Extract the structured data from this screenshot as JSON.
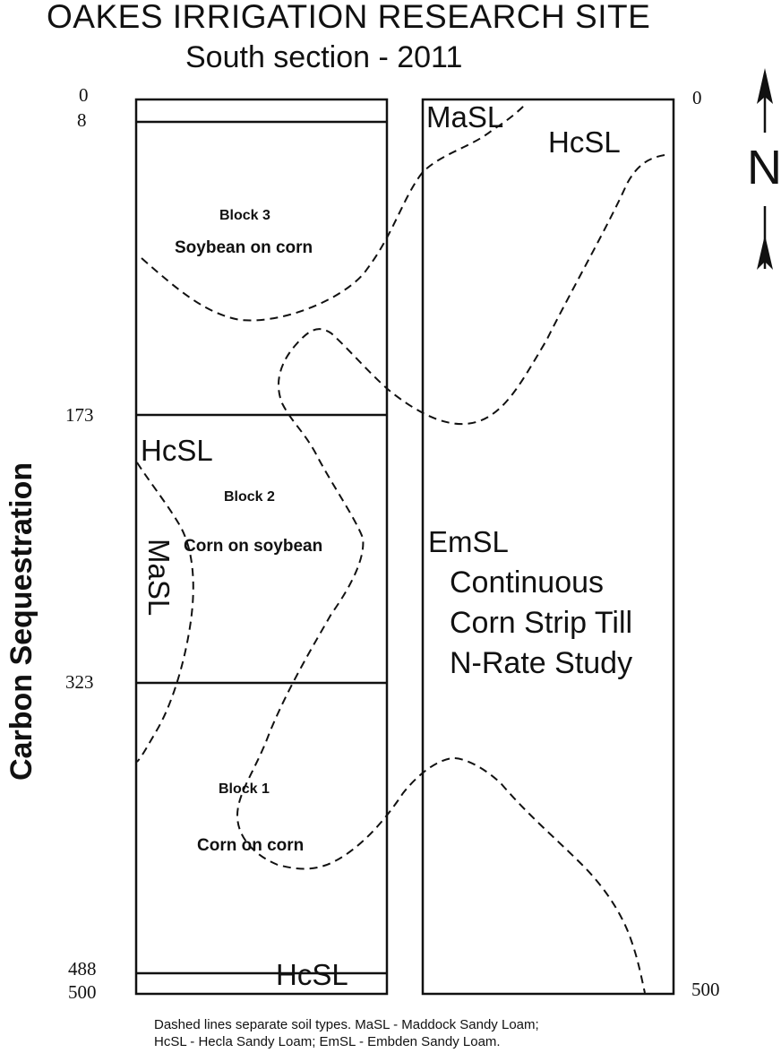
{
  "title": "OAKES IRRIGATION RESEARCH SITE",
  "subtitle": "South section - 2011",
  "side_label": "Carbon Sequestration",
  "left_ticks": [
    "0",
    "8",
    "173",
    "323",
    "488",
    "500"
  ],
  "right_ticks": [
    "0",
    "500"
  ],
  "north_label": "N",
  "blocks": [
    {
      "name": "Block 3",
      "crop": "Soybean on corn"
    },
    {
      "name": "Block 2",
      "crop": "Corn on soybean"
    },
    {
      "name": "Block 1",
      "crop": "Corn on corn"
    }
  ],
  "soil_labels": {
    "left_hcsl_mid": "HcSL",
    "left_masl": "MaSL",
    "left_hcsl_bottom": "HcSL",
    "right_masl": "MaSL",
    "right_hcsl": "HcSL",
    "right_emsl": "EmSL"
  },
  "study_lines": [
    "Continuous",
    "Corn Strip Till",
    "N-Rate Study"
  ],
  "notes": [
    "Dashed lines separate soil types.  MaSL - Maddock Sandy Loam;",
    "HcSL - Hecla Sandy Loam; EmSL - Embden Sandy Loam."
  ],
  "colors": {
    "line": "#111111",
    "background": "#ffffff"
  }
}
